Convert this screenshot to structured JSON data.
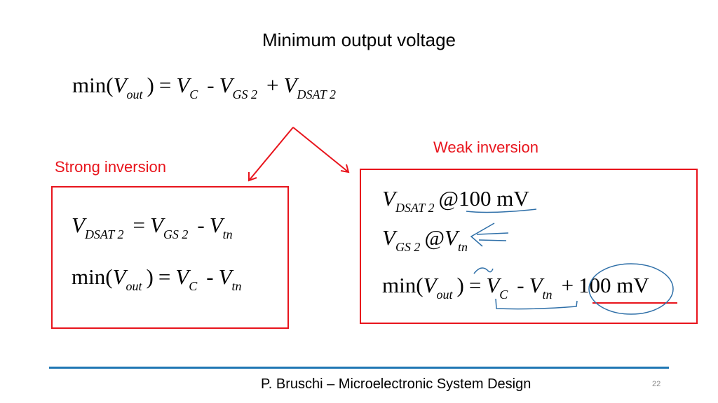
{
  "title": "Minimum output voltage",
  "equations": {
    "general": [
      {
        "t": "min"
      },
      {
        "t": "("
      },
      {
        "t": "V",
        "it": 1
      },
      {
        "s": "out"
      },
      {
        "t": ")"
      },
      {
        "t": "=",
        "op": 1
      },
      {
        "t": "V",
        "it": 1
      },
      {
        "s": "C"
      },
      {
        "t": "-",
        "op": 1
      },
      {
        "t": "V",
        "it": 1
      },
      {
        "s": "GS 2"
      },
      {
        "t": "+",
        "op": 1
      },
      {
        "t": "V",
        "it": 1
      },
      {
        "s": "DSAT 2"
      }
    ],
    "strong_1": [
      {
        "t": "V",
        "it": 1
      },
      {
        "s": "DSAT 2"
      },
      {
        "t": "=",
        "op": 1
      },
      {
        "t": "V",
        "it": 1
      },
      {
        "s": "GS 2"
      },
      {
        "t": "-",
        "op": 1
      },
      {
        "t": "V",
        "it": 1
      },
      {
        "s": "tn"
      }
    ],
    "strong_2": [
      {
        "t": "min"
      },
      {
        "t": "("
      },
      {
        "t": "V",
        "it": 1
      },
      {
        "s": "out"
      },
      {
        "t": ")"
      },
      {
        "t": "=",
        "op": 1
      },
      {
        "t": "V",
        "it": 1
      },
      {
        "s": "C"
      },
      {
        "t": "-",
        "op": 1
      },
      {
        "t": "V",
        "it": 1
      },
      {
        "s": "tn"
      }
    ],
    "weak_1": [
      {
        "t": "V",
        "it": 1
      },
      {
        "s": "DSAT 2"
      },
      {
        "t": "@"
      },
      {
        "t": "100 mV"
      }
    ],
    "weak_2": [
      {
        "t": "V",
        "it": 1
      },
      {
        "s": "GS 2"
      },
      {
        "t": "@"
      },
      {
        "t": "V",
        "it": 1
      },
      {
        "s": "tn"
      }
    ],
    "weak_3": [
      {
        "t": "min"
      },
      {
        "t": "("
      },
      {
        "t": "V",
        "it": 1
      },
      {
        "s": "out"
      },
      {
        "t": ")"
      },
      {
        "t": "=",
        "op": 1
      },
      {
        "t": "V",
        "it": 1
      },
      {
        "s": "C"
      },
      {
        "t": "-",
        "op": 1
      },
      {
        "t": "V",
        "it": 1
      },
      {
        "s": "tn"
      },
      {
        "t": "+",
        "op": 1
      },
      {
        "t": "100 mV"
      }
    ]
  },
  "labels": {
    "strong": "Strong inversion",
    "weak": "Weak inversion"
  },
  "footer": {
    "text": "P. Bruschi – Microelectronic System Design",
    "page": "22"
  },
  "colors": {
    "accent_red": "#e8141c",
    "footer_line": "#1f77b4",
    "ink": "#2e6fa8"
  }
}
